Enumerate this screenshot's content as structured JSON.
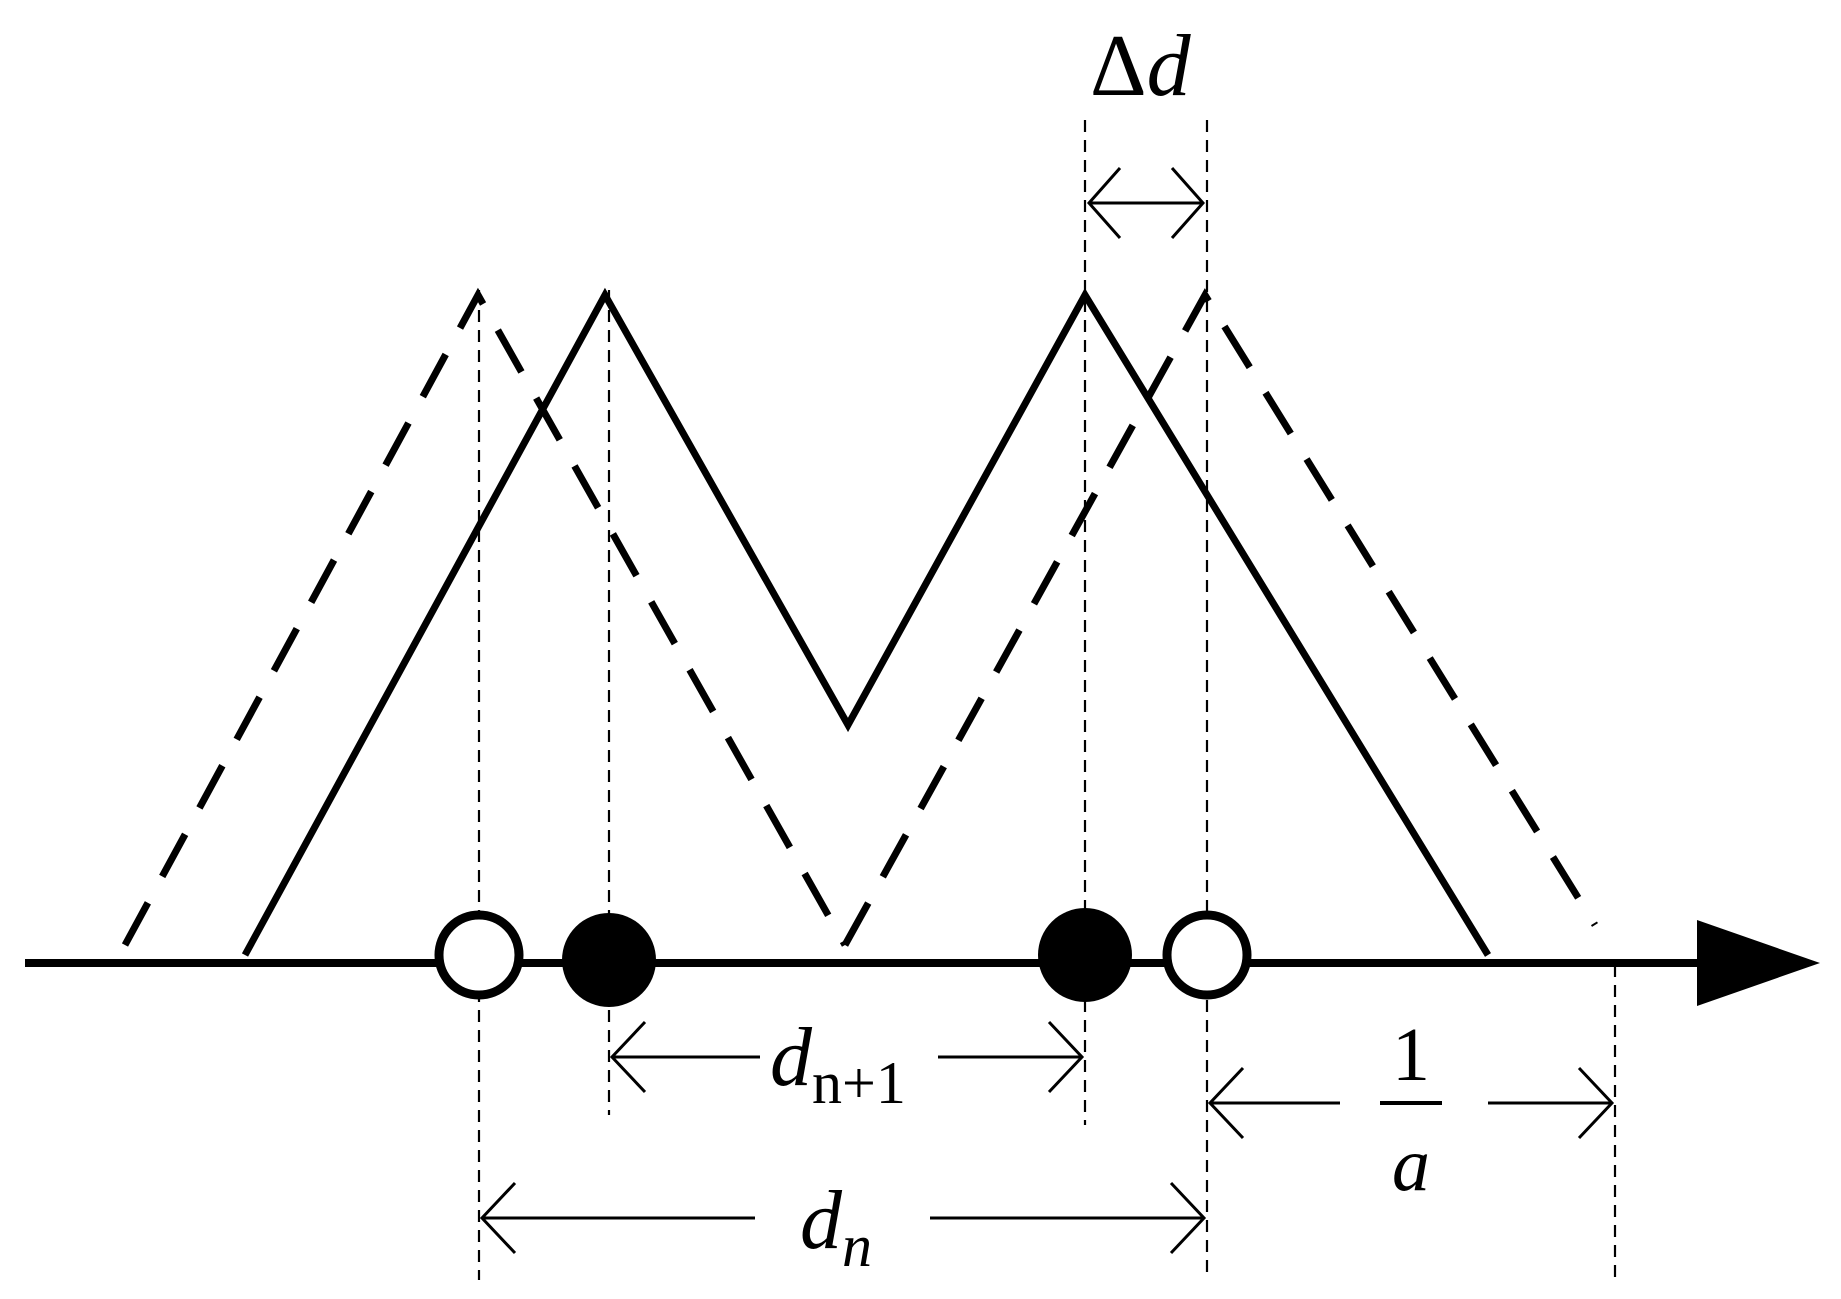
{
  "labels": {
    "delta_symbol": "Δ",
    "delta_var": "d",
    "dn1_var": "d",
    "dn1_sub": "n+1",
    "dn_var": "d",
    "dn_sub": "n",
    "frac_num": "1",
    "frac_den": "a"
  },
  "colors": {
    "stroke": "#000000",
    "background": "#ffffff"
  },
  "markers": [
    {
      "name": "open-circle-left",
      "fill": "open"
    },
    {
      "name": "filled-circle-left",
      "fill": "filled"
    },
    {
      "name": "filled-circle-right",
      "fill": "filled"
    },
    {
      "name": "open-circle-right",
      "fill": "open"
    }
  ]
}
